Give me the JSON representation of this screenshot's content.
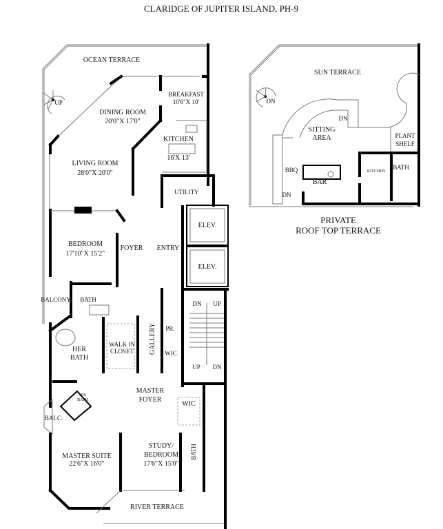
{
  "title": "CLARIDGE OF JUPITER ISLAND, PH-9",
  "main_floor": {
    "rooms": [
      {
        "id": "ocean-terrace",
        "name": "OCEAN TERRACE"
      },
      {
        "id": "breakfast",
        "name": "BREAKFAST",
        "size": "10'6\"X 10'"
      },
      {
        "id": "dining-room",
        "name": "DINING ROOM",
        "size": "20'0\"X 17'0\""
      },
      {
        "id": "kitchen",
        "name": "KITCHEN",
        "size": "16'X 13'"
      },
      {
        "id": "living-room",
        "name": "LIVING ROOM",
        "size": "28'0\"X 20'0\""
      },
      {
        "id": "utility",
        "name": "UTILITY"
      },
      {
        "id": "elev-1",
        "name": "ELEV."
      },
      {
        "id": "elev-2",
        "name": "ELEV."
      },
      {
        "id": "bedroom",
        "name": "BEDROOM",
        "size": "17'10\"X 15'2\""
      },
      {
        "id": "foyer",
        "name": "FOYER"
      },
      {
        "id": "entry",
        "name": "ENTRY"
      },
      {
        "id": "balcony",
        "name": "BALCONY"
      },
      {
        "id": "bath-1",
        "name": "BATH"
      },
      {
        "id": "gallery",
        "name": "GALLERY"
      },
      {
        "id": "pr",
        "name": "PR."
      },
      {
        "id": "her-bath",
        "name": "HER",
        "name2": "BATH"
      },
      {
        "id": "walk-in-closet",
        "name": "WALK IN",
        "name2": "CLOSET"
      },
      {
        "id": "wic-1",
        "name": "WIC"
      },
      {
        "id": "his-bath",
        "name": "HIS",
        "name2": "BATH"
      },
      {
        "id": "master-foyer",
        "name": "MASTER",
        "name2": "FOYER"
      },
      {
        "id": "wic-2",
        "name": "WIC"
      },
      {
        "id": "balc",
        "name": "BALC."
      },
      {
        "id": "study-bedroom",
        "name": "STUDY/",
        "name2": "BEDROOM",
        "size": "17'6\"X 15'0\""
      },
      {
        "id": "bath-2",
        "name": "BATH"
      },
      {
        "id": "master-suite",
        "name": "MASTER SUITE",
        "size": "22'6\"X 16'0\""
      },
      {
        "id": "river-terrace",
        "name": "RIVER TERRACE"
      }
    ],
    "stairs": {
      "spiral": "UP",
      "top_left": "DN",
      "top_right": "UP",
      "bottom_left": "UP",
      "bottom_right": "DN"
    }
  },
  "roof": {
    "title_line1": "PRIVATE",
    "title_line2": "ROOF TOP TERRACE",
    "rooms": [
      {
        "id": "sun-terrace",
        "name": "SUN TERRACE"
      },
      {
        "id": "sitting-area",
        "name": "SITTING",
        "name2": "AREA"
      },
      {
        "id": "plant-shelf",
        "name": "PLANT",
        "name2": "SHELF"
      },
      {
        "id": "kitchen",
        "name": "KITCHEN"
      },
      {
        "id": "bath",
        "name": "BATH"
      },
      {
        "id": "bbq",
        "name": "BBQ"
      },
      {
        "id": "bar",
        "name": "BAR"
      }
    ],
    "stairs": {
      "spiral": "DN",
      "steps": "DN",
      "side": "DN"
    }
  }
}
